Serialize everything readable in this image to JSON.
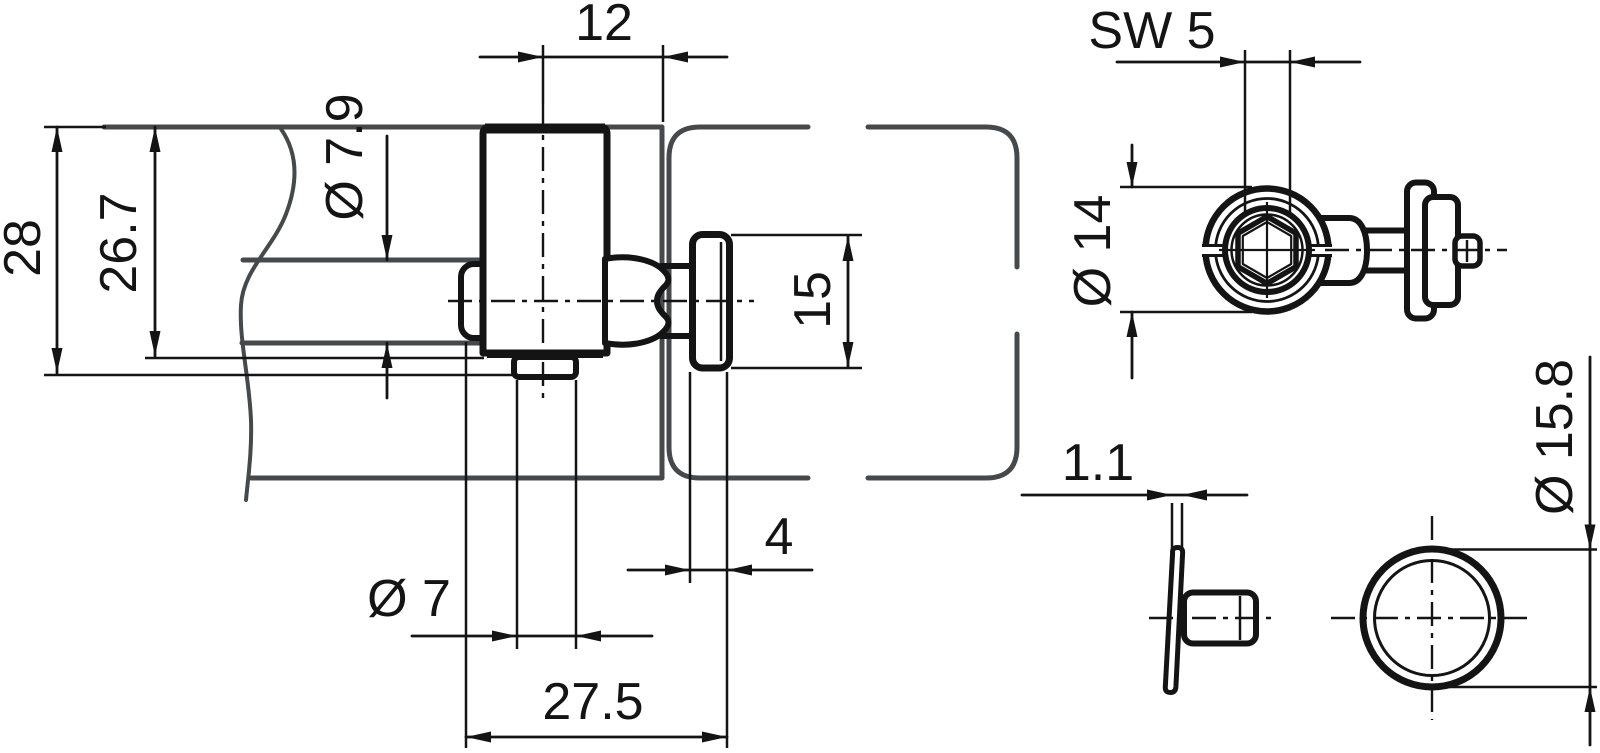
{
  "drawing": {
    "type": "technical-dimension-drawing",
    "background_color": "#ffffff",
    "part_line_color": "#141414",
    "panel_line_color": "#45494c",
    "views": {
      "main_section": {
        "title": "panel cross-section with fastener",
        "dimensions": {
          "center_to_edge": "12",
          "bore_diameter": "Ø 7.9",
          "overall_height": "28",
          "body_height": "26.7",
          "head_diameter": "15",
          "head_thickness": "4",
          "thread_diameter": "Ø 7",
          "overall_length": "27.5"
        }
      },
      "axial_view": {
        "title": "hex socket end view",
        "dimensions": {
          "hex_socket_size": "SW 5",
          "barrel_diameter": "Ø 14"
        }
      },
      "cap_view": {
        "title": "cover cap side and front view",
        "dimensions": {
          "cap_thickness": "1.1",
          "cap_diameter": "Ø 15.8"
        }
      }
    }
  }
}
